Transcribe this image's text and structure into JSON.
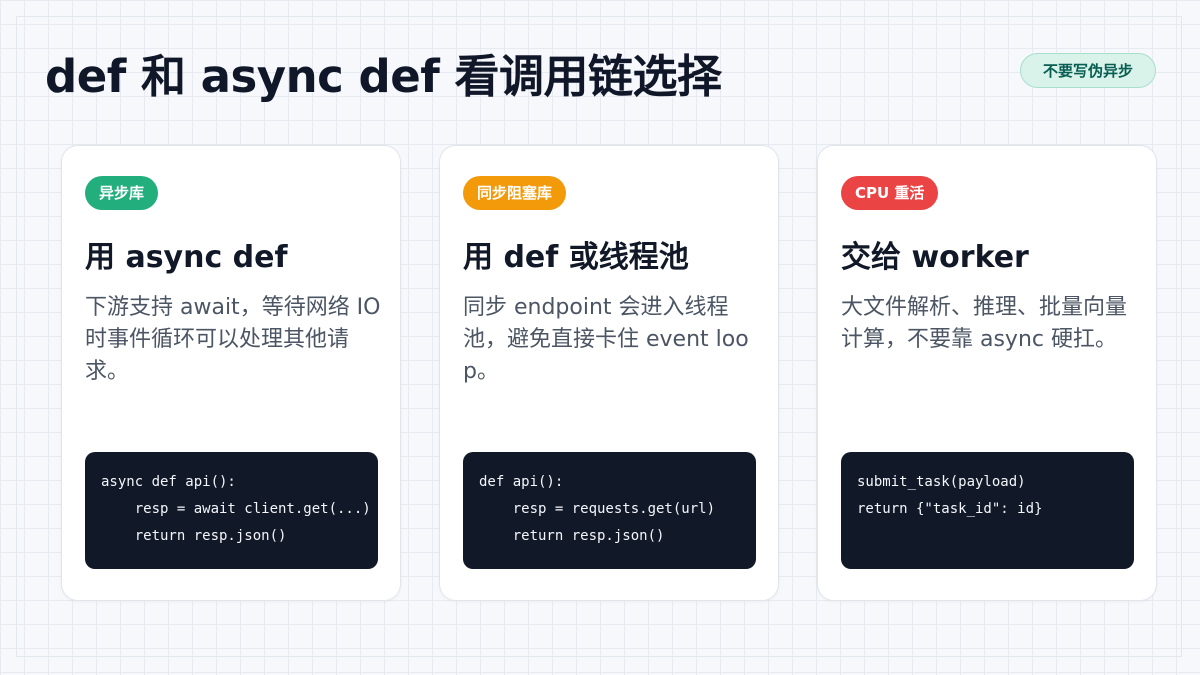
{
  "slide": {
    "title": "def 和 async def 看调用链选择",
    "badge": "不要写伪异步"
  },
  "cards": [
    {
      "tag": "异步库",
      "tag_color": "#22ae7d",
      "title": "用 async def",
      "description": "下游支持 await，等待网络 IO 时事件循环可以处理其他请求。",
      "code_lines": [
        "async def api():",
        "    resp = await client.get(...)",
        "    return resp.json()"
      ]
    },
    {
      "tag": "同步阻塞库",
      "tag_color": "#f29a0a",
      "title": "用 def 或线程池",
      "description": "同步 endpoint 会进入线程池，避免直接卡住 event loop。",
      "code_lines": [
        "def api():",
        "    resp = requests.get(url)",
        "    return resp.json()"
      ]
    },
    {
      "tag": "CPU 重活",
      "tag_color": "#eb4444",
      "title": "交给 worker",
      "description": "大文件解析、推理、批量向量计算，不要靠 async 硬扛。",
      "code_lines": [
        "submit_task(payload)",
        "return {\"task_id\": id}"
      ]
    }
  ],
  "colors": {
    "background": "#f7f8fb",
    "card": "#ffffff",
    "code_background": "#111827",
    "badge_background": "#d9f2ea",
    "badge_text": "#075e51"
  }
}
